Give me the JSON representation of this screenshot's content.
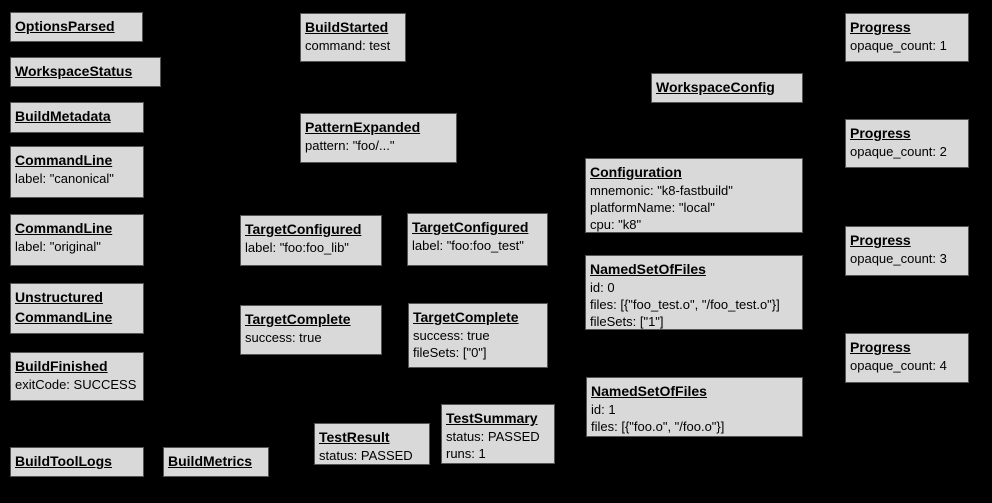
{
  "palette": {
    "background": "#000000",
    "node_fill": "#d9d9d9",
    "node_border": "#555555",
    "node_text": "#000000"
  },
  "nodes": {
    "options_parsed": {
      "title": "OptionsParsed"
    },
    "workspace_status": {
      "title": "WorkspaceStatus"
    },
    "build_metadata": {
      "title": "BuildMetadata"
    },
    "command_line_canonical": {
      "title": "CommandLine",
      "lines": [
        "label: \"canonical\""
      ]
    },
    "command_line_original": {
      "title": "CommandLine",
      "lines": [
        "label: \"original\""
      ]
    },
    "unstructured_command_line": {
      "title": "Unstructured",
      "title2": "CommandLine"
    },
    "build_finished": {
      "title": "BuildFinished",
      "lines": [
        "exitCode: SUCCESS"
      ]
    },
    "build_tool_logs": {
      "title": "BuildToolLogs"
    },
    "build_metrics": {
      "title": "BuildMetrics"
    },
    "build_started": {
      "title": "BuildStarted",
      "lines": [
        "command: test"
      ]
    },
    "pattern_expanded": {
      "title": "PatternExpanded",
      "lines": [
        "pattern: \"foo/...\""
      ]
    },
    "target_configured_lib": {
      "title": "TargetConfigured",
      "lines": [
        "label: \"foo:foo_lib\""
      ]
    },
    "target_configured_test": {
      "title": "TargetConfigured",
      "lines": [
        "label: \"foo:foo_test\""
      ]
    },
    "target_complete_lib": {
      "title": "TargetComplete",
      "lines": [
        "success: true"
      ]
    },
    "target_complete_test": {
      "title": "TargetComplete",
      "lines": [
        "success: true",
        "fileSets: [\"0\"]"
      ]
    },
    "test_result": {
      "title": "TestResult",
      "lines": [
        "status: PASSED"
      ]
    },
    "test_summary": {
      "title": "TestSummary",
      "lines": [
        "status: PASSED",
        "runs: 1"
      ]
    },
    "workspace_config": {
      "title": "WorkspaceConfig"
    },
    "configuration": {
      "title": "Configuration",
      "lines": [
        "mnemonic: \"k8-fastbuild\"",
        "platformName: \"local\"",
        "cpu: \"k8\""
      ]
    },
    "named_set_of_files_0": {
      "title": "NamedSetOfFiles",
      "lines": [
        "id: 0",
        "files: [{\"foo_test.o\", \"/foo_test.o\"}]",
        "fileSets: [\"1\"]"
      ]
    },
    "named_set_of_files_1": {
      "title": "NamedSetOfFiles",
      "lines": [
        "id: 1",
        "files: [{\"foo.o\", \"/foo.o\"}]"
      ]
    },
    "progress_1": {
      "title": "Progress",
      "lines": [
        "opaque_count: 1"
      ]
    },
    "progress_2": {
      "title": "Progress",
      "lines": [
        "opaque_count: 2"
      ]
    },
    "progress_3": {
      "title": "Progress",
      "lines": [
        "opaque_count: 3"
      ]
    },
    "progress_4": {
      "title": "Progress",
      "lines": [
        "opaque_count: 4"
      ]
    }
  }
}
